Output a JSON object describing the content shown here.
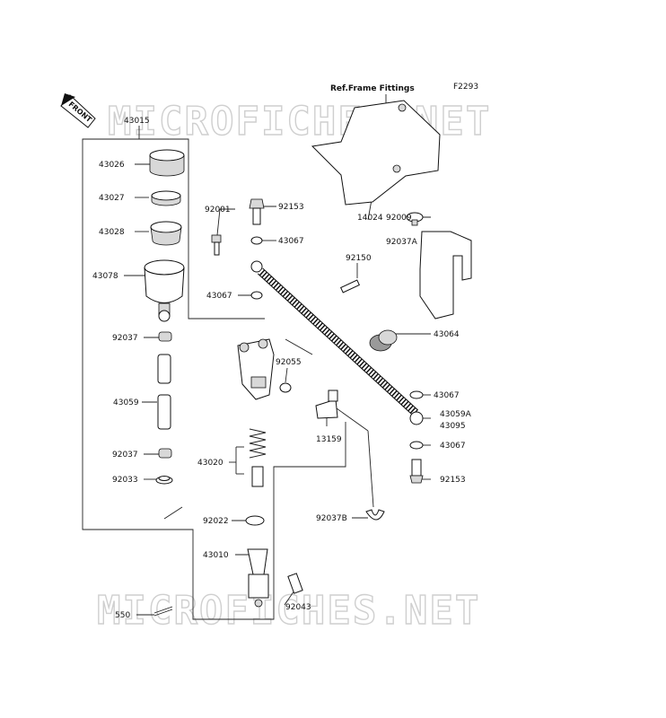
{
  "diagram_code": "F2293",
  "ref_label": "Ref.Frame Fittings",
  "front_label": "FRONT",
  "watermarks": [
    "MICROFICHES.NET",
    "MICROFICHES.NET"
  ],
  "labels": {
    "p43015": "43015",
    "p43026": "43026",
    "p43027": "43027",
    "p43028": "43028",
    "p92001": "92001",
    "p92153a": "92153",
    "p43067a": "43067",
    "p14024": "14024",
    "p92009": "92009",
    "p92037A": "92037A",
    "p43078": "43078",
    "p92150": "92150",
    "p43067b": "43067",
    "p43064": "43064",
    "p92037a": "92037",
    "p92055": "92055",
    "p43067c": "43067",
    "p43059": "43059",
    "p43059A": "43059A",
    "p43095": "43095",
    "p13159": "13159",
    "p43067d": "43067",
    "p92037b": "92037",
    "p43020": "43020",
    "p92033": "92033",
    "p92153b": "92153",
    "p92022": "92022",
    "p92037B": "92037B",
    "p43010": "43010",
    "p550": "550",
    "p92043": "92043"
  }
}
